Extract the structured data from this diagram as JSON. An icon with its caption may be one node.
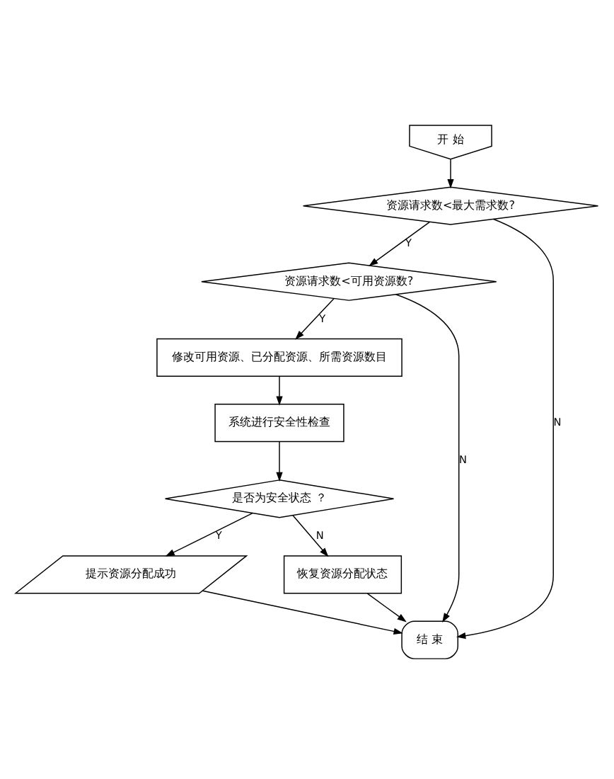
{
  "diagram": {
    "nodes": [
      {
        "text": [
          "开 始"
        ]
      },
      {
        "text": [
          "资源请求数<最大需求数?"
        ]
      },
      {
        "text": [
          "资源请求数<可用资源数?"
        ]
      },
      {
        "text": [
          "修改可用资源、已分配资源、所需资源数目"
        ]
      },
      {
        "text": [
          "系统进行安全性检查"
        ]
      },
      {
        "text": [
          "是否为安全状态 ？"
        ]
      },
      {
        "text": [
          "提示资源分配成功"
        ]
      },
      {
        "text": [
          "恢复资源分配状态"
        ]
      },
      {
        "text": [
          "结 束"
        ]
      }
    ],
    "edges": [
      {
        "from": 0,
        "to": 1,
        "arrow": "to"
      },
      {
        "from": 1,
        "to": 2,
        "arrow": "to",
        "label": "Y"
      },
      {
        "from": 1,
        "to": 8,
        "arrow": "to",
        "label": "N"
      },
      {
        "from": 2,
        "to": 3,
        "arrow": "to",
        "label": "Y"
      },
      {
        "from": 2,
        "to": 8,
        "arrow": "to",
        "label": "N"
      },
      {
        "from": 3,
        "to": 4,
        "arrow": "to"
      },
      {
        "from": 4,
        "to": 5,
        "arrow": "to"
      },
      {
        "from": 5,
        "to": 6,
        "arrow": "to",
        "label": "Y"
      },
      {
        "from": 5,
        "to": 7,
        "arrow": "to",
        "label": "N"
      },
      {
        "from": 6,
        "to": 8,
        "arrow": "to"
      },
      {
        "from": 7,
        "to": 8,
        "arrow": "to"
      }
    ]
  }
}
